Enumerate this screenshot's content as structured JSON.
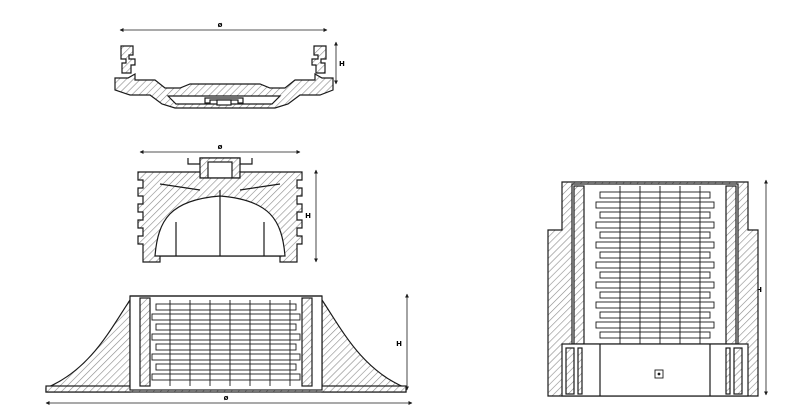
{
  "diagram": {
    "labels": {
      "diameter": "ø",
      "height": "H"
    },
    "details": {
      "cap": {
        "diameter": "ø",
        "height": "H"
      },
      "head": {
        "diameter": "ø",
        "height": "H"
      },
      "base": {
        "diameter": "ø",
        "height": "H"
      },
      "extension": {
        "height": "H"
      }
    },
    "colors": {
      "line": "#1a1a1a",
      "hatch": "#777777",
      "fill": "#ffffff"
    }
  }
}
